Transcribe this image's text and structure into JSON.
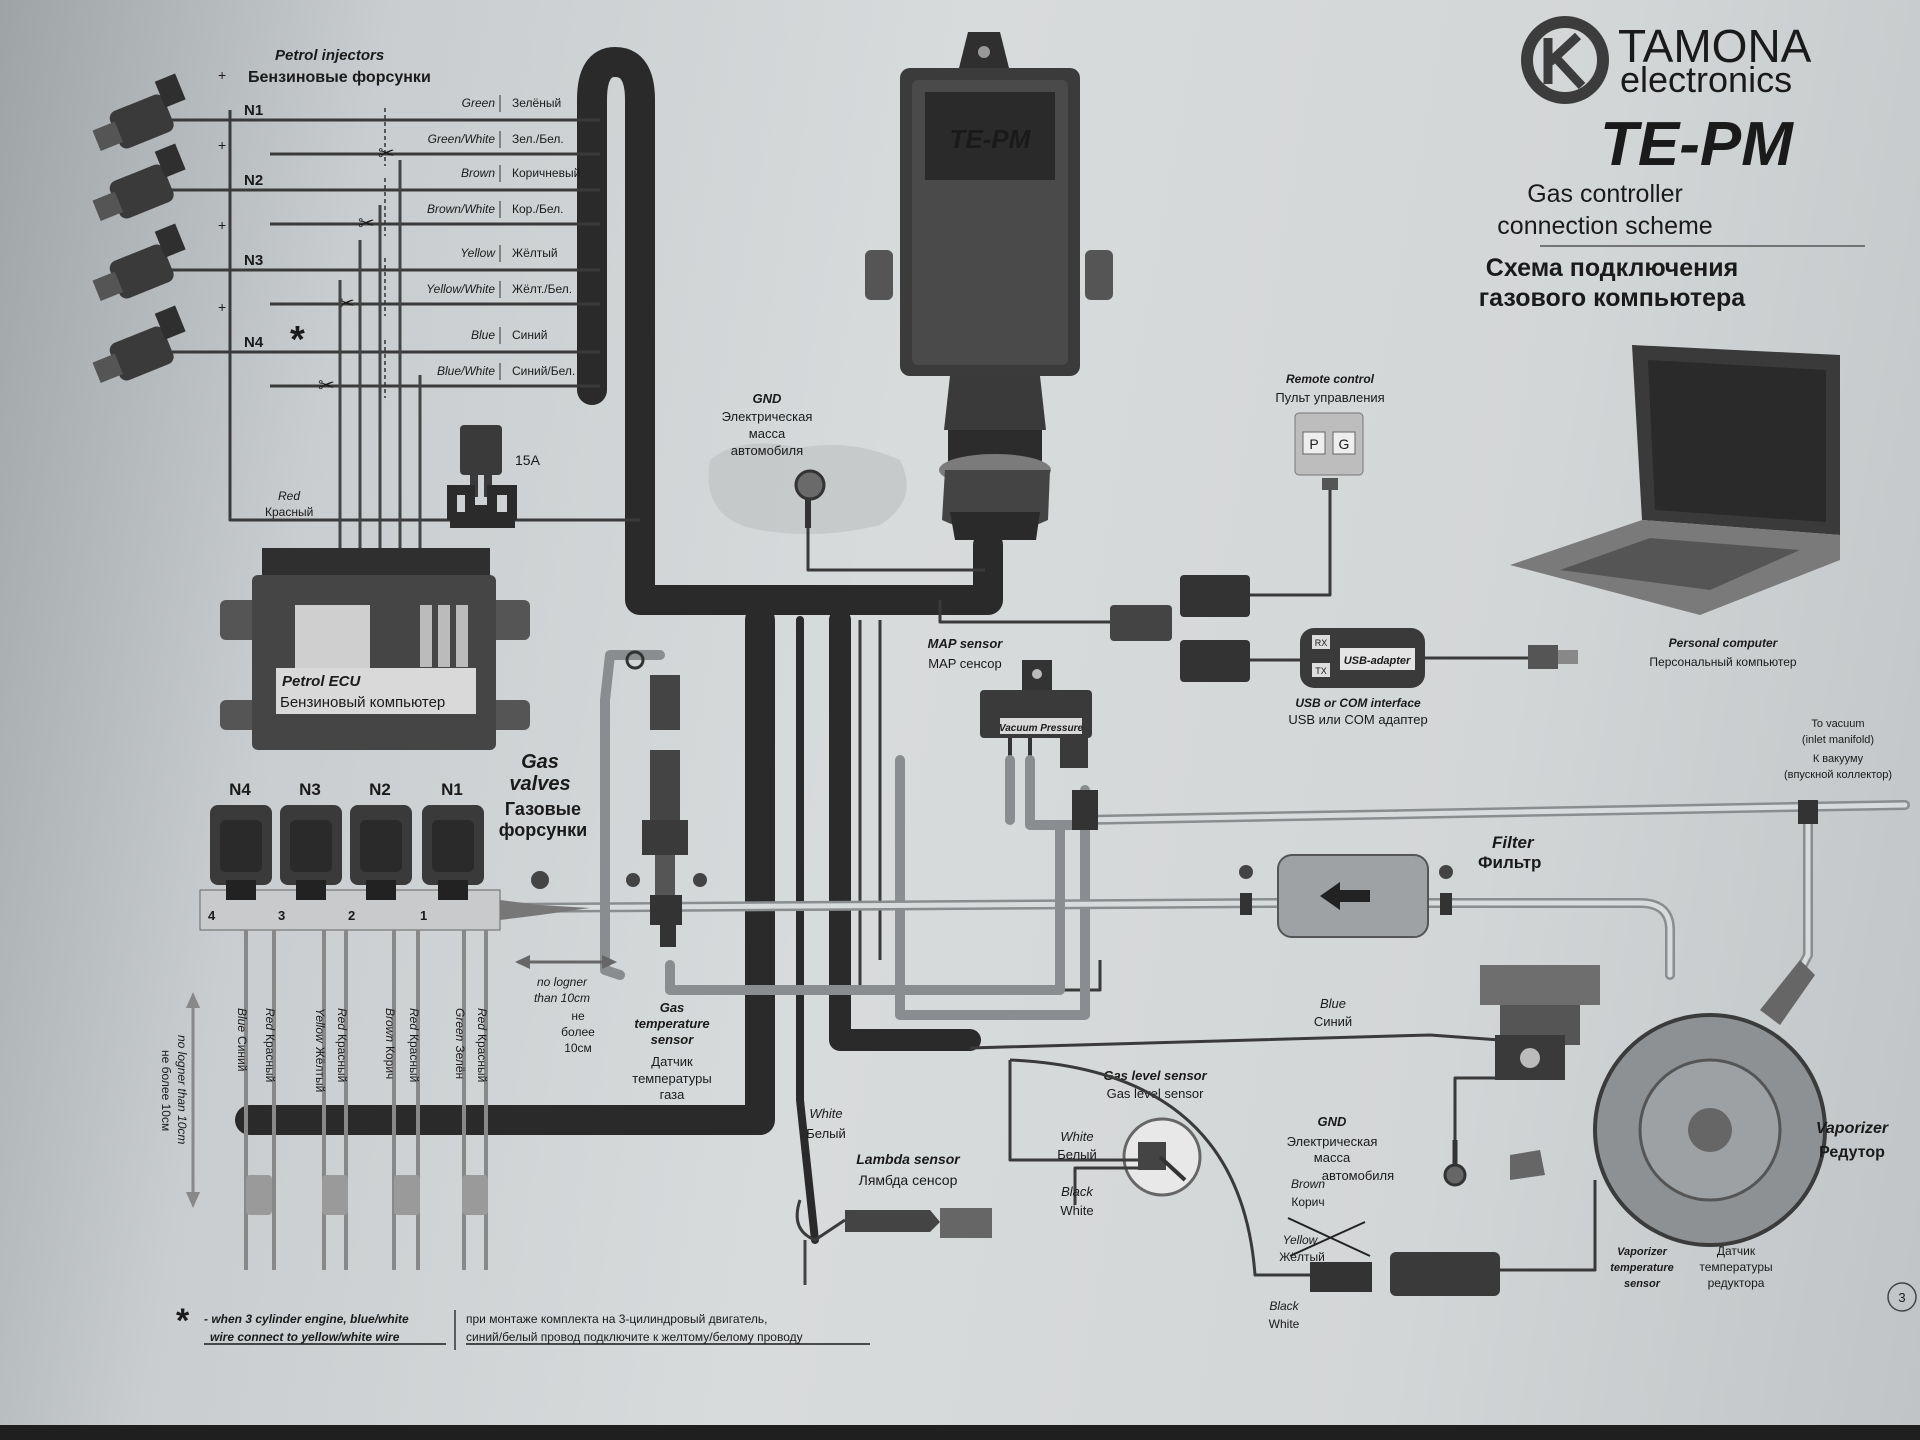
{
  "brand": {
    "name_line1": "TAMONA",
    "name_line2": "electronics",
    "model": "TE-PM",
    "title_en_1": "Gas controller",
    "title_en_2": "connection scheme",
    "title_ru_1": "Схема подключения",
    "title_ru_2": "газового компьютера",
    "device_label": "TE-PM"
  },
  "petrol_injectors": {
    "en": "Petrol injectors",
    "ru": "Бензиновые форсунки"
  },
  "injector_rows": [
    {
      "id": "N1",
      "wire1_en": "Green",
      "wire1_ru": "Зелёный",
      "wire2_en": "Green/White",
      "wire2_ru": "Зел./Бел."
    },
    {
      "id": "N2",
      "wire1_en": "Brown",
      "wire1_ru": "Коричневый",
      "wire2_en": "Brown/White",
      "wire2_ru": "Кор./Бел."
    },
    {
      "id": "N3",
      "wire1_en": "Yellow",
      "wire1_ru": "Жёлтый",
      "wire2_en": "Yellow/White",
      "wire2_ru": "Жёлт./Бел."
    },
    {
      "id": "N4",
      "wire1_en": "Blue",
      "wire1_ru": "Синий",
      "wire2_en": "Blue/White",
      "wire2_ru": "Синий/Бел."
    }
  ],
  "plus_sign": "+",
  "asterisk": "*",
  "fuse": "15A",
  "red_wire": {
    "en": "Red",
    "ru": "Красный"
  },
  "petrol_ecu": {
    "en": "Petrol ECU",
    "ru": "Бензиновый компьютер"
  },
  "gnd_car": {
    "en": "GND",
    "ru_1": "Электрическая",
    "ru_2": "масса",
    "ru_3": "автомобиля"
  },
  "remote": {
    "en": "Remote control",
    "ru": "Пульт управления",
    "key1": "P",
    "key2": "G"
  },
  "map_sensor": {
    "en": "MAP sensor",
    "ru": "MAP сенсор",
    "device_text": "Vacuum Pressure"
  },
  "usb": {
    "en": "USB or COM interface",
    "ru": "USB или COM адаптер",
    "rx": "RX",
    "tx": "TX",
    "adapter": "USB-adapter"
  },
  "pc": {
    "en": "Personal computer",
    "ru": "Персональный компьютер"
  },
  "vacuum": {
    "en_1": "To vacuum",
    "en_2": "(inlet manifold)",
    "ru_1": "К вакууму",
    "ru_2": "(впускной коллектор)"
  },
  "gas_valves": {
    "en_1": "Gas",
    "en_2": "valves",
    "ru_1": "Газовые",
    "ru_2": "форсунки",
    "valve_ids": [
      "N4",
      "N3",
      "N2",
      "N1"
    ],
    "valve_nums": [
      "4",
      "3",
      "2",
      "1"
    ]
  },
  "filter": {
    "en": "Filter",
    "ru": "Фильтр"
  },
  "valve_wires": [
    {
      "en": "Blue",
      "ru": "Синий"
    },
    {
      "en": "Red",
      "ru": "Красный"
    },
    {
      "en": "Yellow",
      "ru": "Жёлтый"
    },
    {
      "en": "Red",
      "ru": "Красный"
    },
    {
      "en": "Brown",
      "ru": "Корич"
    },
    {
      "en": "Red",
      "ru": "Красный"
    },
    {
      "en": "Green",
      "ru": "Зелён"
    },
    {
      "en": "Red",
      "ru": "Красный"
    }
  ],
  "length_note": {
    "en_1": "no logner",
    "en_2": "than 10cm",
    "ru_1": "не",
    "ru_2": "более",
    "ru_3": "10см",
    "vert_en": "no logner than 10cm",
    "vert_ru": "не более 10см"
  },
  "gas_temp": {
    "en_1": "Gas",
    "en_2": "temperature",
    "en_3": "sensor",
    "ru_1": "Датчик",
    "ru_2": "температуры",
    "ru_3": "газа"
  },
  "white_wire": {
    "en": "White",
    "ru": "Белый"
  },
  "lambda": {
    "en": "Lambda sensor",
    "ru": "Лямбда сенсор"
  },
  "gas_level": {
    "en": "Gas level sensor",
    "en2": "Gas level sensor",
    "white_en": "White",
    "white_ru": "Белый",
    "black_en": "Black",
    "black_ru": "White"
  },
  "blue_wire": {
    "en": "Blue",
    "ru": "Синий"
  },
  "gnd_vaporizer": {
    "en": "GND",
    "ru_1": "Электрическая",
    "ru_2": "масса",
    "ru_3": "автомобиля",
    "brown_en": "Brown",
    "brown_ru": "Корич"
  },
  "vaporizer_connector": {
    "yellow_en": "Yellow",
    "yellow_ru": "Жёлтый",
    "black_en": "Black",
    "black_ru": "White"
  },
  "vaporizer": {
    "en": "Vaporizer",
    "ru": "Редутор"
  },
  "vap_temp": {
    "en_1": "Vaporizer",
    "en_2": "temperature",
    "en_3": "sensor",
    "ru_1": "Датчик",
    "ru_2": "температуры",
    "ru_3": "редуктора"
  },
  "footnote": {
    "en_1": "- when 3 cylinder engine, blue/white",
    "en_2": "wire connect to yellow/white wire",
    "ru_1": "при монтаже комплекта на 3-цилиндровый двигатель,",
    "ru_2": "синий/белый провод подключите к желтому/белому проводу"
  },
  "page_number": "3"
}
